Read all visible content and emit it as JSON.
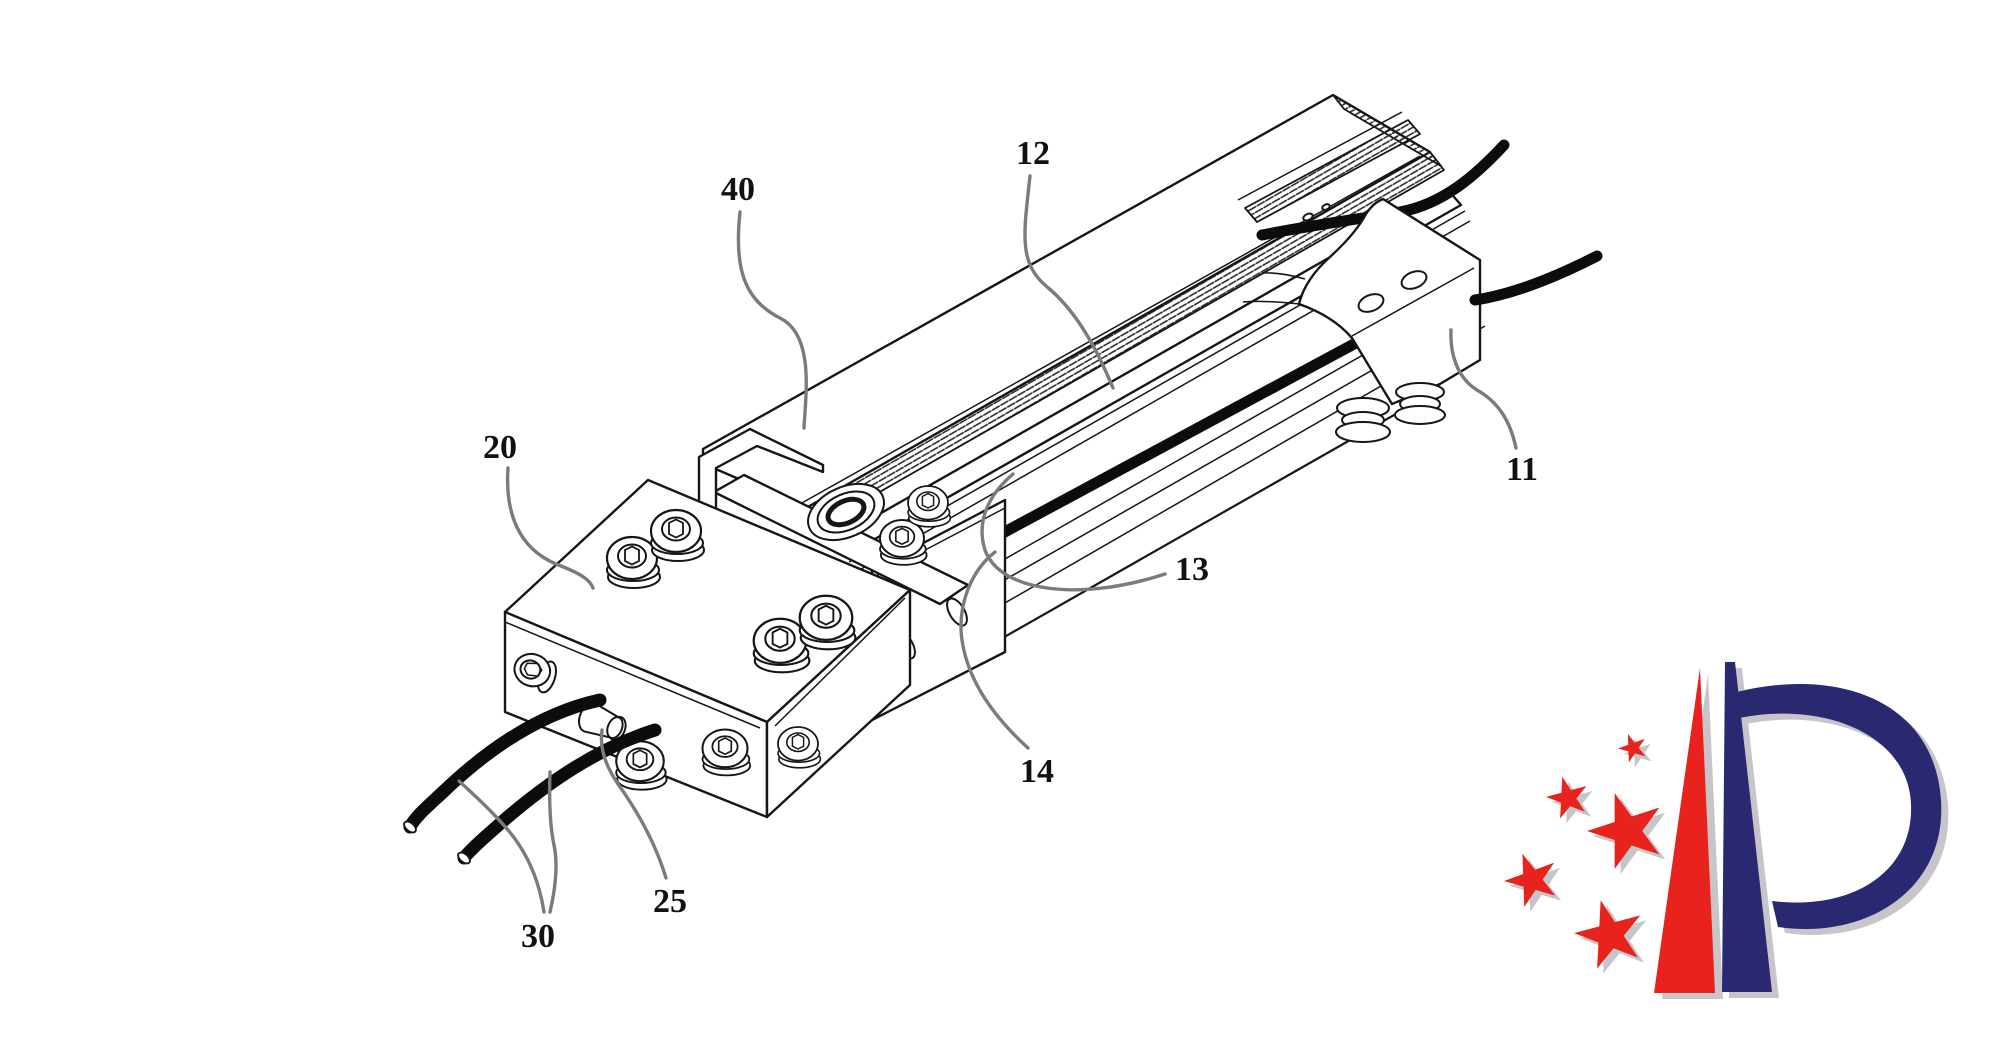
{
  "figure": {
    "kind": "patent-style mechanical assembly line drawing",
    "labels": {
      "n40": "40",
      "n12": "12",
      "n20": "20",
      "n11": "11",
      "n13": "13",
      "n14": "14",
      "n25": "25",
      "n30": "30"
    }
  },
  "logo": {
    "stars": 5,
    "red": "#e8231d",
    "blue": "#2a2870",
    "shadow": "#c6c6ca"
  }
}
